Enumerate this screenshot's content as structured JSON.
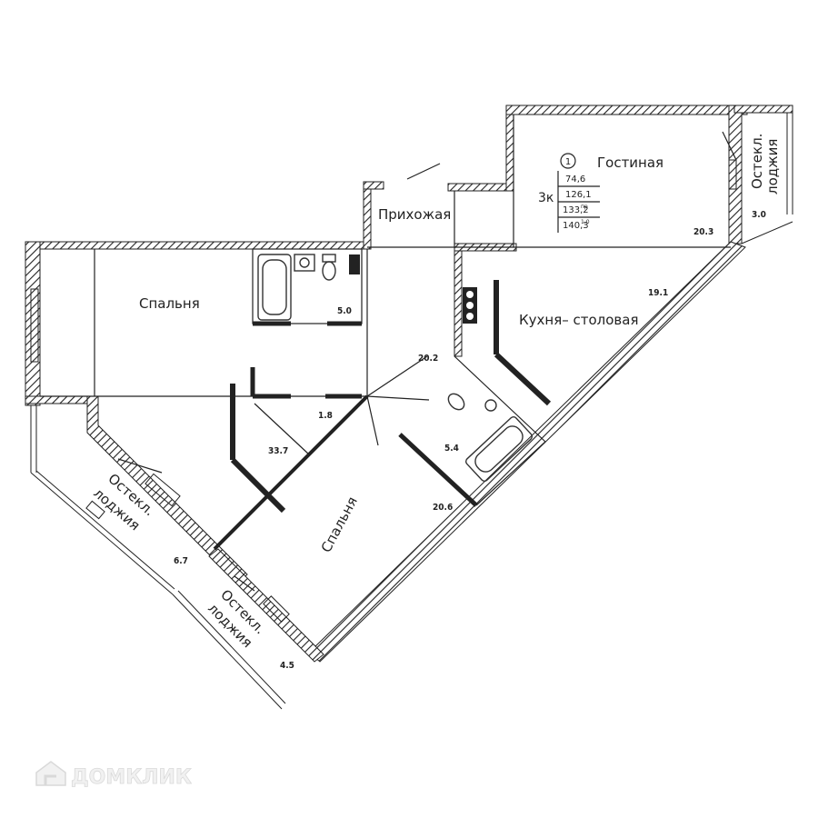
{
  "apartment": {
    "number": "1",
    "type": "3к",
    "area_living": "74,6",
    "area_total": "126,1",
    "area_reduced": "133,2",
    "area_reduced_sup": "пр",
    "area_full": "140,3",
    "area_full_sup": "1,0"
  },
  "rooms": {
    "living_room": "Гостиная",
    "hallway": "Прихожая",
    "bedroom_left": "Спальня",
    "kitchen": "Кухня– столовая",
    "bedroom_bottom": "Спальня",
    "loggia_top_right_1": "Остекл.",
    "loggia_top_right_2": "лоджия",
    "loggia_left_1": "Остекл.",
    "loggia_left_2": "лоджия",
    "loggia_bottom_1": "Остекл.",
    "loggia_bottom_2": "лоджия"
  },
  "areas": {
    "living_room": "20.3",
    "loggia_top_right": "3.0",
    "bathroom_top": "5.0",
    "kitchen": "19.1",
    "hallway": "20.2",
    "closet": "1.8",
    "bedroom_left": "33.7",
    "bathroom_mid": "5.4",
    "bedroom_bottom": "20.6",
    "loggia_left": "6.7",
    "loggia_bottom": "4.5"
  },
  "watermark": {
    "text": "ДОМКЛИК",
    "icon": "house-logo-icon"
  }
}
